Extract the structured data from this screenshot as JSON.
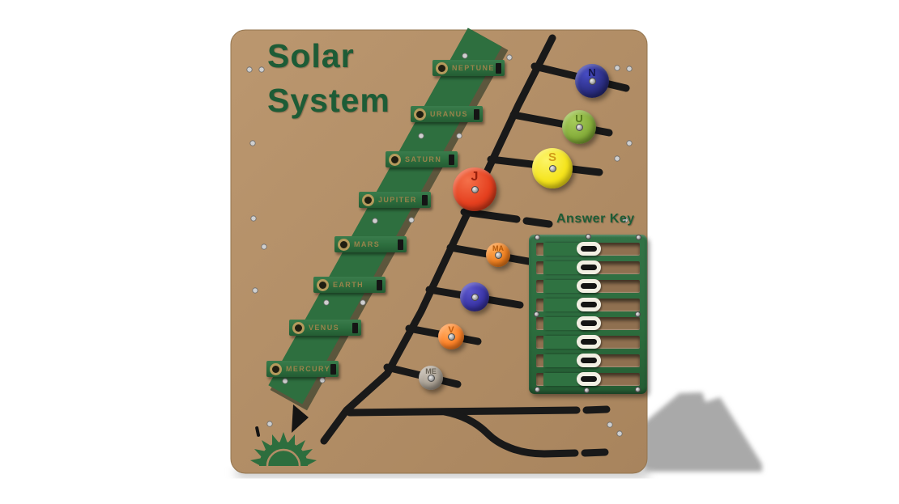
{
  "product_panel": {
    "title": {
      "line1": "Solar",
      "line2": "System"
    },
    "ladder_labels": [
      "NEPTUNE",
      "URANUS",
      "SATURN",
      "JUPITER",
      "MARS",
      "EARTH",
      "VENUS",
      "MERCURY"
    ],
    "planet_discs": [
      {
        "id": "neptune",
        "letter": "N",
        "color": "#2b2e83",
        "letter_color": "#14164a"
      },
      {
        "id": "uranus",
        "letter": "U",
        "color": "#85ad3a",
        "letter_color": "#55781c"
      },
      {
        "id": "saturn",
        "letter": "S",
        "color": "#f5e41c",
        "letter_color": "#d29c17"
      },
      {
        "id": "jupiter",
        "letter": "J",
        "color": "#e5401f",
        "letter_color": "#96200c"
      },
      {
        "id": "mars",
        "letter": "MA",
        "color": "#ef7f1f",
        "letter_color": "#b35a0e"
      },
      {
        "id": "earth",
        "letter": "",
        "color": "#3a35a6",
        "letter_color": "#23205f"
      },
      {
        "id": "venus",
        "letter": "V",
        "color": "#ff8226",
        "letter_color": "#bf5c10"
      },
      {
        "id": "mercury",
        "letter": "ME",
        "color": "#a79e91",
        "letter_color": "#6b6458"
      }
    ],
    "answer_key": {
      "label": "Answer Key",
      "row_count": 8
    },
    "colors": {
      "board_tan": "#b28d66",
      "panel_green": "#2e6f3f",
      "engraved_text_green": "#1d5c36",
      "track_black": "#191919",
      "brass_ring": "#b49a5c",
      "slider_ring_white": "#f2efe3"
    },
    "icons": [
      "sun-icon",
      "arrow-pointer-icon",
      "rivet-icon",
      "grommet-icon",
      "pivot-bolt-icon"
    ]
  }
}
